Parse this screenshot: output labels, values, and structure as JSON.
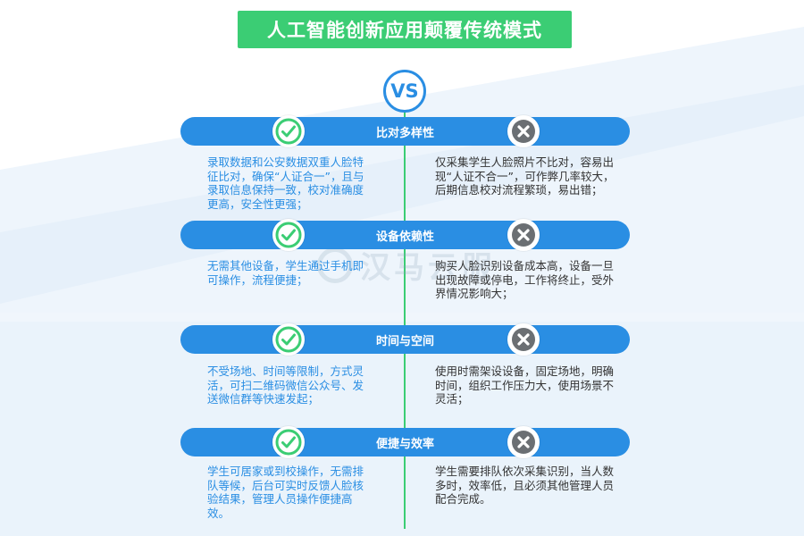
{
  "title": "人工智能创新应用颠覆传统模式",
  "vs_label": "VS",
  "watermark_text": "汉马云服",
  "icons": {
    "pro": "check-icon",
    "con": "cross-icon"
  },
  "colors": {
    "green": "#3bcd74",
    "blue": "#2a8ee3",
    "gray": "#6b6f73"
  },
  "sections": [
    {
      "title": "比对多样性",
      "pro": "录取数据和公安数据双重人脸特征比对，确保“人证合一”，且与录取信息保持一致，校对准确度更高，安全性更强；",
      "con": "仅采集学生人脸照片不比对，容易出现“人证不合一”，可作弊几率较大，后期信息校对流程繁琐，易出错；"
    },
    {
      "title": "设备依赖性",
      "pro": "无需其他设备，学生通过手机即可操作，流程便捷；",
      "con": "购买人脸识别设备成本高，设备一旦出现故障或停电，工作将终止，受外界情况影响大；"
    },
    {
      "title": "时间与空间",
      "pro": "不受场地、时间等限制，方式灵活，可扫二维码微信公众号、发送微信群等快速发起；",
      "con": "使用时需架设设备，固定场地，明确时间，组织工作压力大，使用场景不灵活；"
    },
    {
      "title": "便捷与效率",
      "pro": "学生可居家或到校操作，无需排队等候，后台可实时反馈人脸核验结果，管理人员操作便捷高效。",
      "con": "学生需要排队依次采集识别，当人数多时，效率低，且必须其他管理人员配合完成。"
    }
  ]
}
